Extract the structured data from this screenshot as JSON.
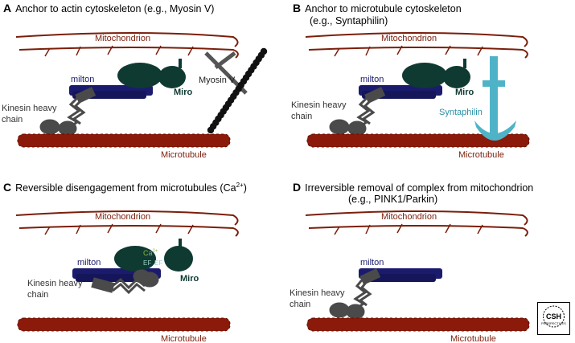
{
  "panels": [
    {
      "letter": "A",
      "heading_lines": [
        "Anchor to actin cytoskeleton (e.g., Myosin V)"
      ],
      "labels": {
        "mitochondrion": "Mitochondrion",
        "milton": "milton",
        "miro": "Miro",
        "kinesin_line1": "Kinesin heavy",
        "kinesin_line2": "chain",
        "microtubule": "Microtubule",
        "anchor": "Myosin V"
      }
    },
    {
      "letter": "B",
      "heading_lines": [
        "Anchor to microtubule cytoskeleton",
        "(e.g., Syntaphilin)"
      ],
      "labels": {
        "mitochondrion": "Mitochondrion",
        "milton": "milton",
        "miro": "Miro",
        "kinesin_line1": "Kinesin heavy",
        "kinesin_line2": "chain",
        "microtubule": "Microtubule",
        "anchor": "Syntaphilin"
      }
    },
    {
      "letter": "C",
      "heading_lines": [
        "Reversible disengagement from microtubules (Ca",
        "2+",
        ")"
      ],
      "labels": {
        "mitochondrion": "Mitochondrion",
        "milton": "milton",
        "miro": "Miro",
        "kinesin_line1": "Kinesin heavy",
        "kinesin_line2": "chain",
        "microtubule": "Microtubule",
        "ca": "Ca",
        "ca_sup": "2+",
        "ef": "EF"
      }
    },
    {
      "letter": "D",
      "heading_lines": [
        "Irreversible removal of complex from mitochondrion",
        "(e.g., PINK1/Parkin)"
      ],
      "labels": {
        "mitochondrion": "Mitochondrion",
        "milton": "milton",
        "kinesin_line1": "Kinesin heavy",
        "kinesin_line2": "chain",
        "microtubule": "Microtubule"
      }
    }
  ],
  "logo_text": {
    "main": "CSH",
    "sub": "PERSPECTIVES"
  },
  "colors": {
    "mitochondrion": "#7a1e0a",
    "microtubule": "#8b1a0a",
    "milton": "#1b1b6e",
    "miro": "#0e3a32",
    "kinesin": "#4a4a4a",
    "myosin_v": "#111111",
    "syntaphilin": "#4fb3c8",
    "text": "#000000"
  }
}
